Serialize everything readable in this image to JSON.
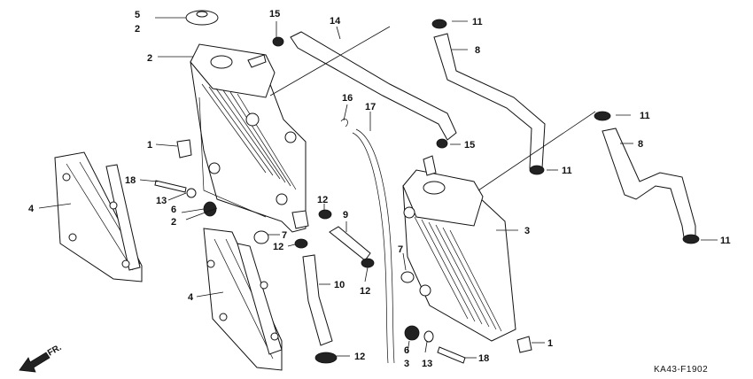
{
  "diagram_code": "KA43-F1902",
  "direction_label": "FR.",
  "callouts": [
    "5",
    "2",
    "2",
    "15",
    "14",
    "11",
    "8",
    "16",
    "17",
    "11",
    "8",
    "15",
    "11",
    "1",
    "18",
    "13",
    "6",
    "2",
    "4",
    "7",
    "12",
    "9",
    "12",
    "3",
    "12",
    "7",
    "10",
    "4",
    "12",
    "6",
    "3",
    "13",
    "18",
    "1",
    "11"
  ]
}
